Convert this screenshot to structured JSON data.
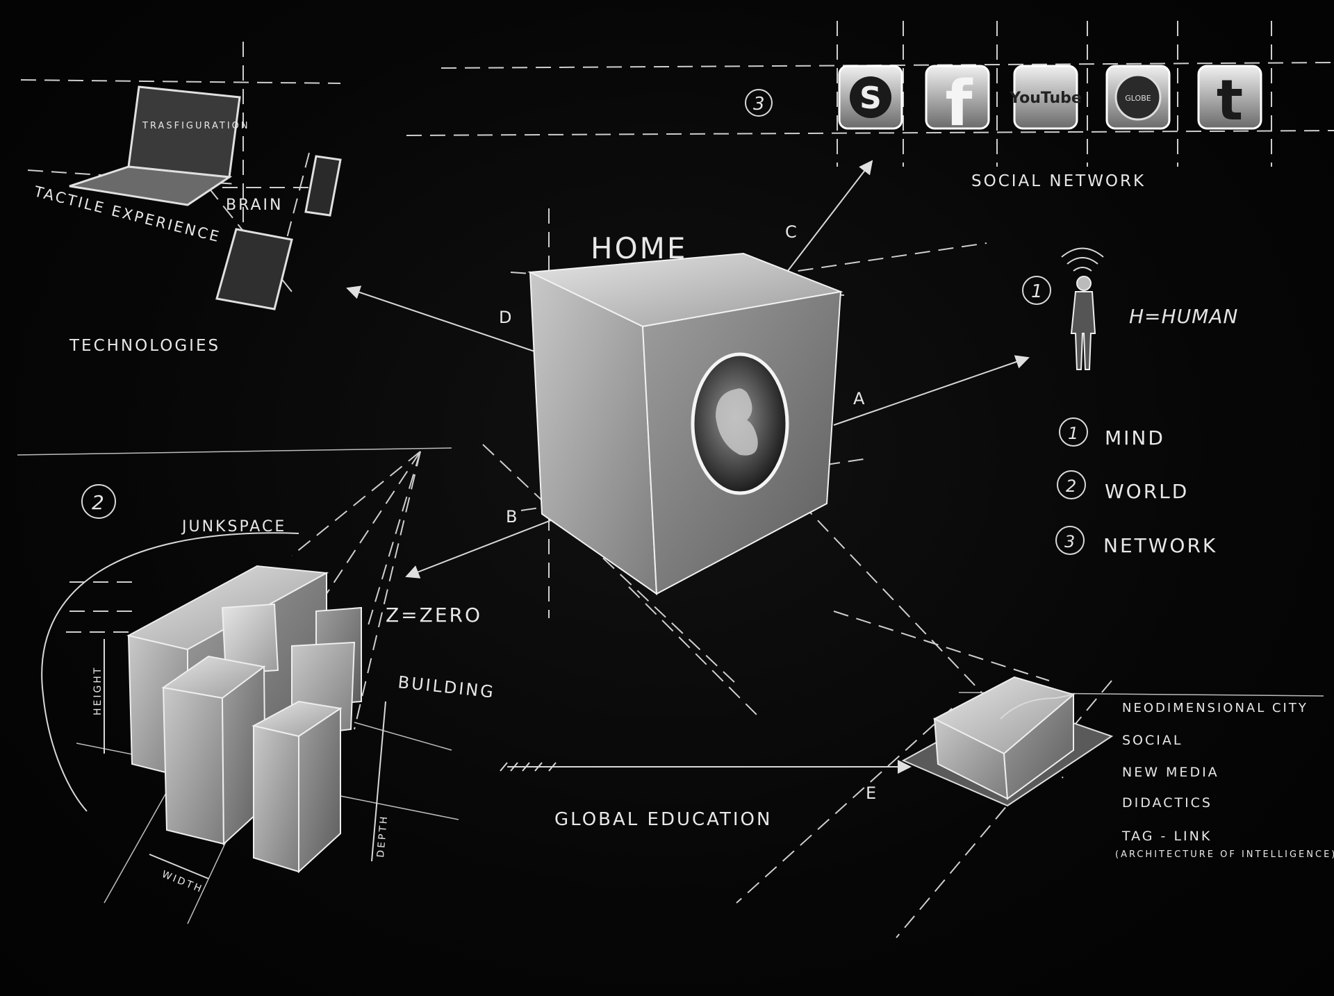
{
  "home": "HOME",
  "axes": {
    "a": "A",
    "b": "B",
    "c": "C",
    "d": "D",
    "e": "E"
  },
  "tech": {
    "screen_text": "TRASFIGURATION",
    "tactile": "TACTILE EXPERIENCE",
    "brain": "BRAIN",
    "title": "TECHNOLOGIES"
  },
  "social": {
    "number": "3",
    "title": "SOCIAL NETWORK",
    "icons": [
      {
        "name": "skype-icon",
        "glyph": "S"
      },
      {
        "name": "facebook-icon",
        "glyph": "f"
      },
      {
        "name": "youtube-icon",
        "glyph": "YouTube"
      },
      {
        "name": "globe-icon",
        "glyph": "GLOBE"
      },
      {
        "name": "twitter-icon",
        "glyph": "t"
      }
    ]
  },
  "human": {
    "number": "1",
    "label": "H=HUMAN"
  },
  "legend": [
    {
      "num": "1",
      "label": "MIND"
    },
    {
      "num": "2",
      "label": "WORLD"
    },
    {
      "num": "3",
      "label": "NETWORK"
    }
  ],
  "junk": {
    "number": "2",
    "title": "JUNKSPACE",
    "zero": "Z=ZERO",
    "building": "BUILDING",
    "height": "HEIGHT",
    "width": "WIDTH",
    "depth": "DEPTH"
  },
  "education": "GLOBAL EDUCATION",
  "city": {
    "items": [
      "NEODIMENSIONAL CITY",
      "SOCIAL",
      "NEW MEDIA",
      "DIDACTICS",
      "TAG - LINK"
    ],
    "note": "(ARCHITECTURE OF INTELLIGENCE)"
  }
}
